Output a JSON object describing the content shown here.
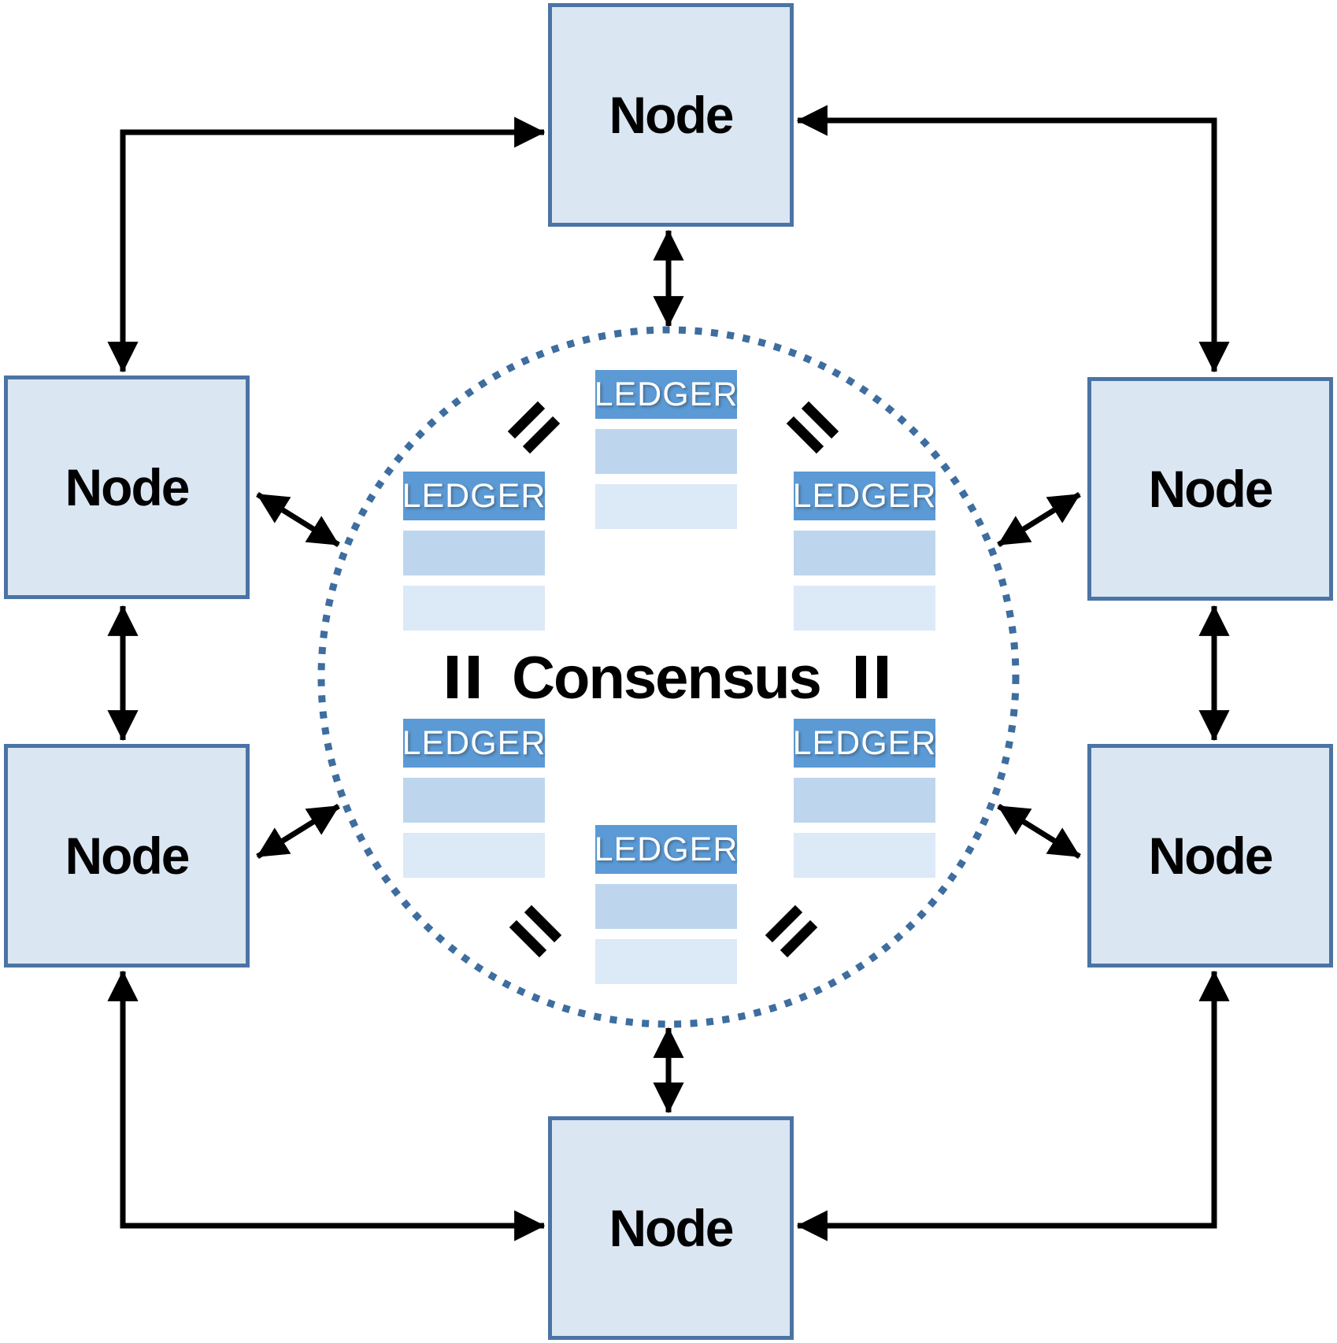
{
  "diagram": {
    "consensus_label": "Consensus",
    "equals_symbol": "=",
    "nodes": [
      {
        "id": "top",
        "label": "Node"
      },
      {
        "id": "left-upper",
        "label": "Node"
      },
      {
        "id": "left-lower",
        "label": "Node"
      },
      {
        "id": "right-upper",
        "label": "Node"
      },
      {
        "id": "right-lower",
        "label": "Node"
      },
      {
        "id": "bottom",
        "label": "Node"
      }
    ],
    "ledgers": [
      {
        "id": "top-center",
        "label": "LEDGER",
        "rows": 2
      },
      {
        "id": "upper-left",
        "label": "LEDGER",
        "rows": 2
      },
      {
        "id": "upper-right",
        "label": "LEDGER",
        "rows": 2
      },
      {
        "id": "lower-left",
        "label": "LEDGER",
        "rows": 2
      },
      {
        "id": "lower-right",
        "label": "LEDGER",
        "rows": 2
      },
      {
        "id": "bottom-center",
        "label": "LEDGER",
        "rows": 2
      }
    ],
    "colors": {
      "node_fill": "#dbe6f3",
      "node_border": "#4a74a4",
      "ledger_header": "#5b9ad5",
      "ledger_row_mid": "#bdd6ee",
      "ledger_row_light": "#dce9f7",
      "circle_dot": "#3e6d9f",
      "arrow": "#000000"
    }
  }
}
